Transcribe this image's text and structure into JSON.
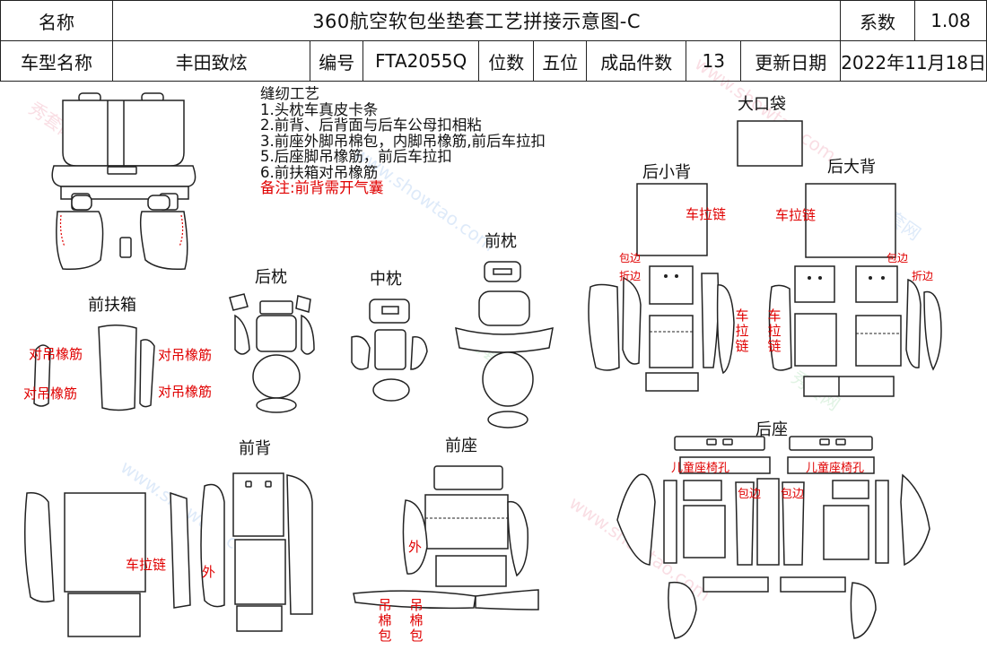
{
  "header": {
    "name_label": "名称",
    "title": "360航空软包坐垫套工艺拼接示意图-C",
    "coef_label": "系数",
    "coef_value": "1.08",
    "model_label": "车型名称",
    "model_value": "丰田致炫",
    "code_label": "编号",
    "code_value": "FTA2055Q",
    "seats_label": "位数",
    "seats_value": "五位",
    "pieces_label": "成品件数",
    "pieces_value": "13",
    "update_label": "更新日期",
    "update_value": "2022年11月18日"
  },
  "notes": {
    "heading": "缝纫工艺",
    "items": [
      "1.头枕车真皮卡条",
      "2.前背、后背面与后车公母扣相粘",
      "3.前座外脚吊棉包，内脚吊橡筋,前后车拉扣",
      "5.后座脚吊橡筋，前后车拉扣",
      "6.前扶箱对吊橡筋"
    ],
    "remark": "备注:前背需开气囊"
  },
  "sections": {
    "big_pocket": "大口袋",
    "rear_small_back": "后小背",
    "rear_big_back": "后大背",
    "front_pillow": "前枕",
    "rear_pillow": "后枕",
    "mid_pillow": "中枕",
    "front_armrest": "前扶箱",
    "front_back": "前背",
    "front_seat": "前座",
    "rear_seat": "后座"
  },
  "annotations": {
    "zipper": "车拉链",
    "zipper_vertical": "车拉链",
    "wrap": "包边",
    "fold": "折边",
    "elastic": "对吊橡筋",
    "outer": "外",
    "cotton_bag": "吊棉包",
    "child_seat_hole": "儿童座椅孔"
  },
  "watermark": {
    "cn": "秀套网",
    "en": "www.showtao.com"
  },
  "colors": {
    "annotation_red": "#e00000",
    "line": "#222222"
  }
}
